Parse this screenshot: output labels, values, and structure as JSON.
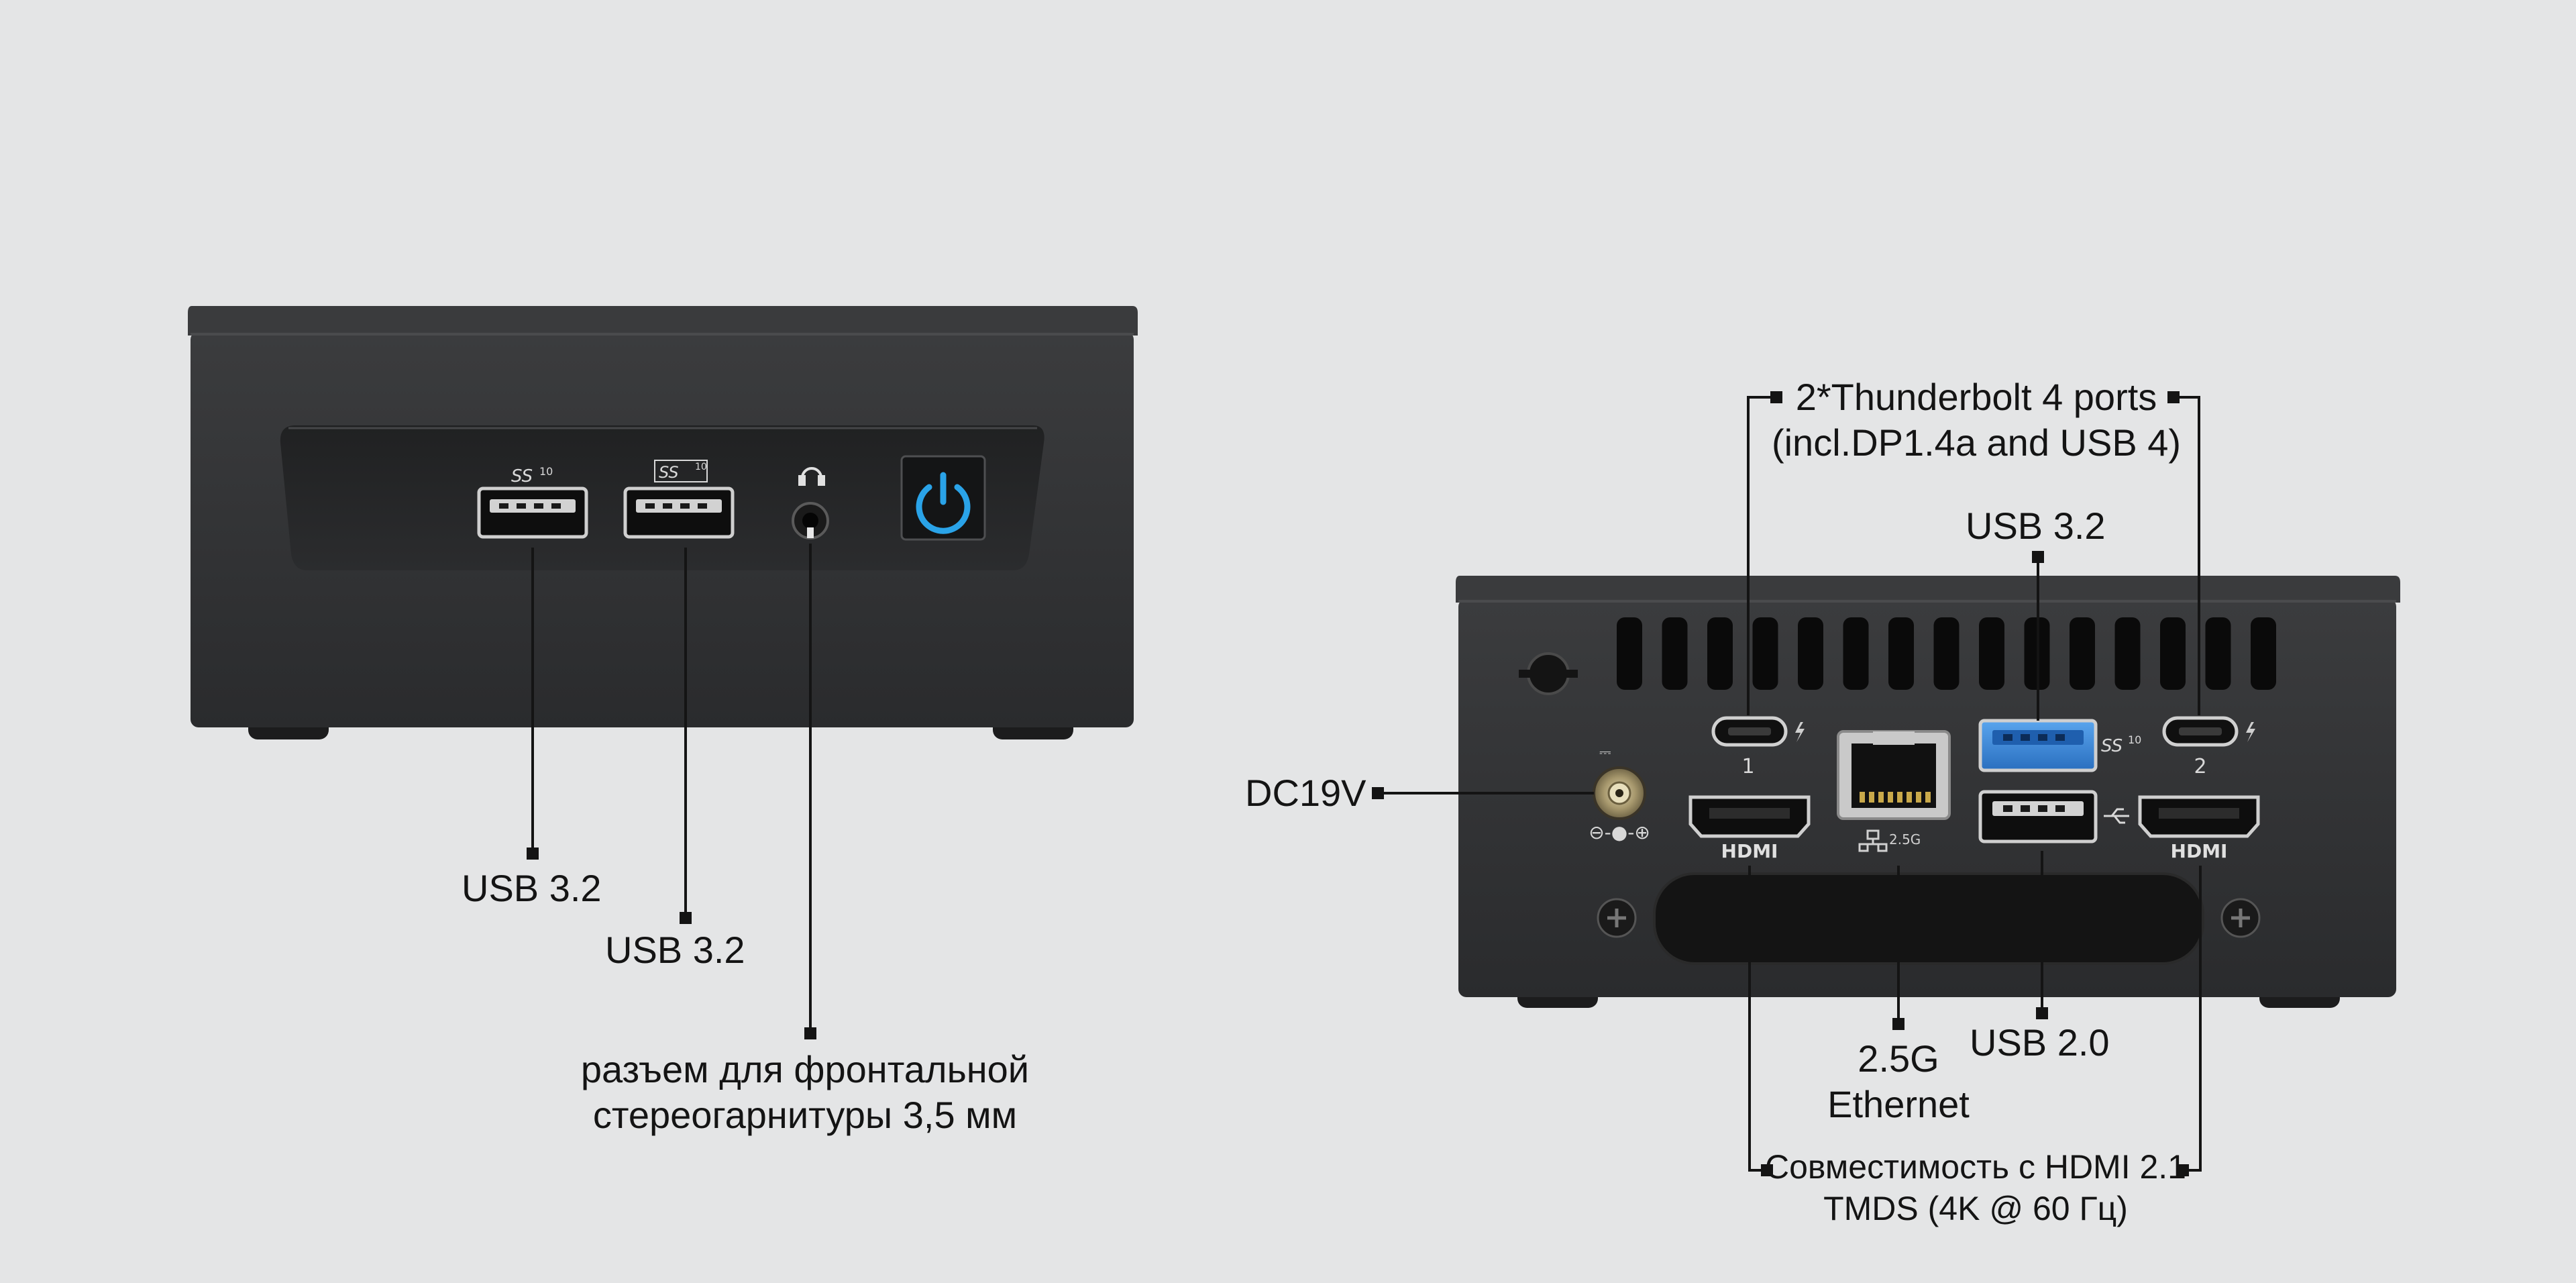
{
  "colors": {
    "background": "#e4e5e6",
    "chassis": "#2e2f31",
    "chassis_top": "#3a3b3d",
    "port_black": "#151515",
    "usb_blue": "#3e8bd6",
    "power_blue": "#2aa3e8",
    "leader_line": "#141414"
  },
  "front": {
    "usb_left_icon": "SS",
    "usb_left_icon_speed": "10",
    "usb_right_icon": "SS",
    "usb_right_icon_speed": "10",
    "headset_icon": "headset-icon",
    "power_icon": "power-icon",
    "label_usb_left": "USB 3.2",
    "label_usb_right": "USB 3.2",
    "label_audio_line1": "разъем для фронтальной",
    "label_audio_line2": "стереогарнитуры 3,5 мм"
  },
  "rear": {
    "thunderbolt_line1": "2*Thunderbolt 4 ports",
    "thunderbolt_line2": "(incl.DP1.4a and USB 4)",
    "label_usb32": "USB 3.2",
    "label_dc": "DC19V",
    "label_ethernet_line1": "2.5G",
    "label_ethernet_line2": "Ethernet",
    "label_usb20": "USB 2.0",
    "label_hdmi_line1": "Совместимость с HDMI 2.1",
    "label_hdmi_line2": "TMDS (4K @ 60 Гц)",
    "tb_port1_number": "1",
    "tb_port2_number": "2",
    "hdmi_left_logo": "HDMI",
    "hdmi_right_logo": "HDMI",
    "lan_speed_mark": "2.5G",
    "usb_blue_icon": "SS",
    "usb_blue_icon_speed": "10",
    "dc_polarity_icon": "⊖-●-⊕"
  }
}
